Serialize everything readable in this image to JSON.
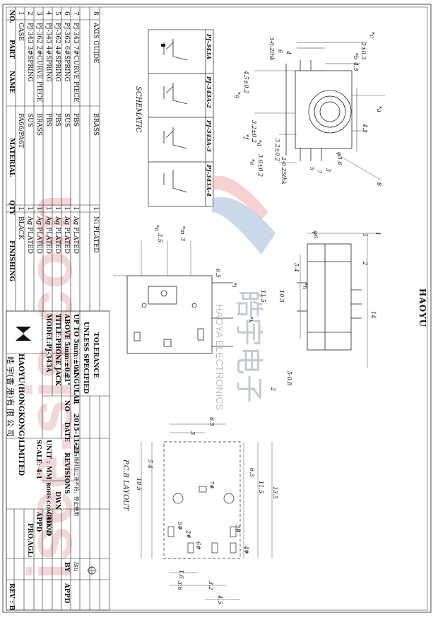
{
  "brand_logo_text": "HAOYU",
  "watermark": {
    "site": "isee.sis.com",
    "chinese": "皓宇电子",
    "english": "HAOYA ELECTRONICS"
  },
  "table": {
    "headers": {
      "no": "NO.",
      "part": "PART",
      "name": "NAME",
      "material": "MATERIAL",
      "qty": "QTY",
      "finishing": "FINISHING"
    },
    "rows": [
      {
        "no": "8",
        "name": "AXIS GUIDE",
        "material": "BRASS",
        "qty": "1",
        "finishing": "Ni PLATED"
      },
      {
        "no": "7",
        "name": "PJ-343 7#CURVE PIECE",
        "material": "PBS",
        "qty": "1",
        "finishing": "Ag PLATED"
      },
      {
        "no": "6",
        "name": "PJ-362 6#SPRING",
        "material": "SUS",
        "qty": "1",
        "finishing": "Ag PLATED"
      },
      {
        "no": "5",
        "name": "PJ-362 4#SPRING",
        "material": "PBS",
        "qty": "1",
        "finishing": "Ag PLATED"
      },
      {
        "no": "4",
        "name": "PJ-343 4#SPRING",
        "material": "PBS",
        "qty": "1",
        "finishing": "Ag PLATED"
      },
      {
        "no": "3",
        "name": "PJ-362 2#CURVE PIECE",
        "material": "BRASS",
        "qty": "1",
        "finishing": "Ag PLATED"
      },
      {
        "no": "2",
        "name": "PJ-343 3#SPRING",
        "material": "SUS",
        "qty": "1",
        "finishing": "Ag PLATED"
      },
      {
        "no": "1",
        "name": "CASE",
        "material": "PA66/PA6T",
        "qty": "1",
        "finishing": "BLACK"
      }
    ]
  },
  "title_block": {
    "tolerance": "TOLERANCE",
    "unless_specified": "UNLESS SPECIFIED",
    "angular": "ANGULAR",
    "angular_value": "±1°",
    "up_to": "UP TO 5mm:±0.1",
    "above": "ABOVE 5mm:±0.2",
    "title": "TITLE:PHONE JACK",
    "model": "MODEL:PJ-343A",
    "company_en": "HAOYU(HONGKONG)LIMITED",
    "company_cn": "皓 宇(香 港)有 限 公 司",
    "rev_no": "1",
    "rev_date": "2015-11-21",
    "rev_desc": "无铅与铁料加工补不符，停止使用",
    "rev_by": "lsu",
    "labels": {
      "no": "NO",
      "date": "DATE",
      "revisions": "REVISIONS",
      "by": "BY",
      "appd": "APPD"
    },
    "unit": "UNIT : MM",
    "scale": "SCALE: 4:1",
    "rohs": "ROHS COMPLIANT",
    "dwn": "DWN",
    "chkd": "CHK'D",
    "appd": "APPD",
    "proj_angle": "PRO.AGL:",
    "rev": "REV : B"
  },
  "schematic": {
    "title": "SCHEMATIC",
    "variants": [
      "PJ-343A",
      "PJ-343A-2",
      "PJ-343A-3",
      "PJ-343A-4"
    ]
  },
  "pcb_title": "P.C.B LAYOUT",
  "dims": {
    "d_2": "2±0.3",
    "d_45": "4.5",
    "d_302": "3-0.2thk",
    "d_4502": "4.5±0.2",
    "d_3202": "3.2±0.2",
    "d_3602": "3.6±0.2",
    "d_20025": "2-0.25thk",
    "d_32": "3.2±0.2",
    "d_43": "4.3",
    "d_phi36": "φ3.6",
    "d_phi6": "φ6",
    "d_35": "3.5",
    "d_3": "3",
    "d_65": "6.5",
    "d_54": "5.4",
    "d_115": "11.5",
    "d_105": "10.5",
    "d_14": "14",
    "d_5": "5-0.8",
    "d_2b": "2",
    "d_1": "1",
    "p_65": "6.5",
    "p_3": "3",
    "p_54": "5.4",
    "p_105": "10.5",
    "p_115": "11.5",
    "p_135": "13.5",
    "p_65b": "6.5",
    "p_16": "1.6",
    "p_36": "3.6",
    "p_32": "3.2",
    "p_45": "4.5"
  },
  "callouts": {
    "a": "*a",
    "b": "*b",
    "c": "*c",
    "d": "*d",
    "e": "*e",
    "f": "*f",
    "g": "*g",
    "h": "*h",
    "i": "*i",
    "k": "*k",
    "m": "*m",
    "n": "*n"
  },
  "pins": [
    "7#",
    "6#",
    "2#",
    "3#",
    "4#",
    "5#"
  ],
  "parts": [
    "1",
    "2",
    "3",
    "4",
    "5",
    "6",
    "7",
    "8"
  ]
}
